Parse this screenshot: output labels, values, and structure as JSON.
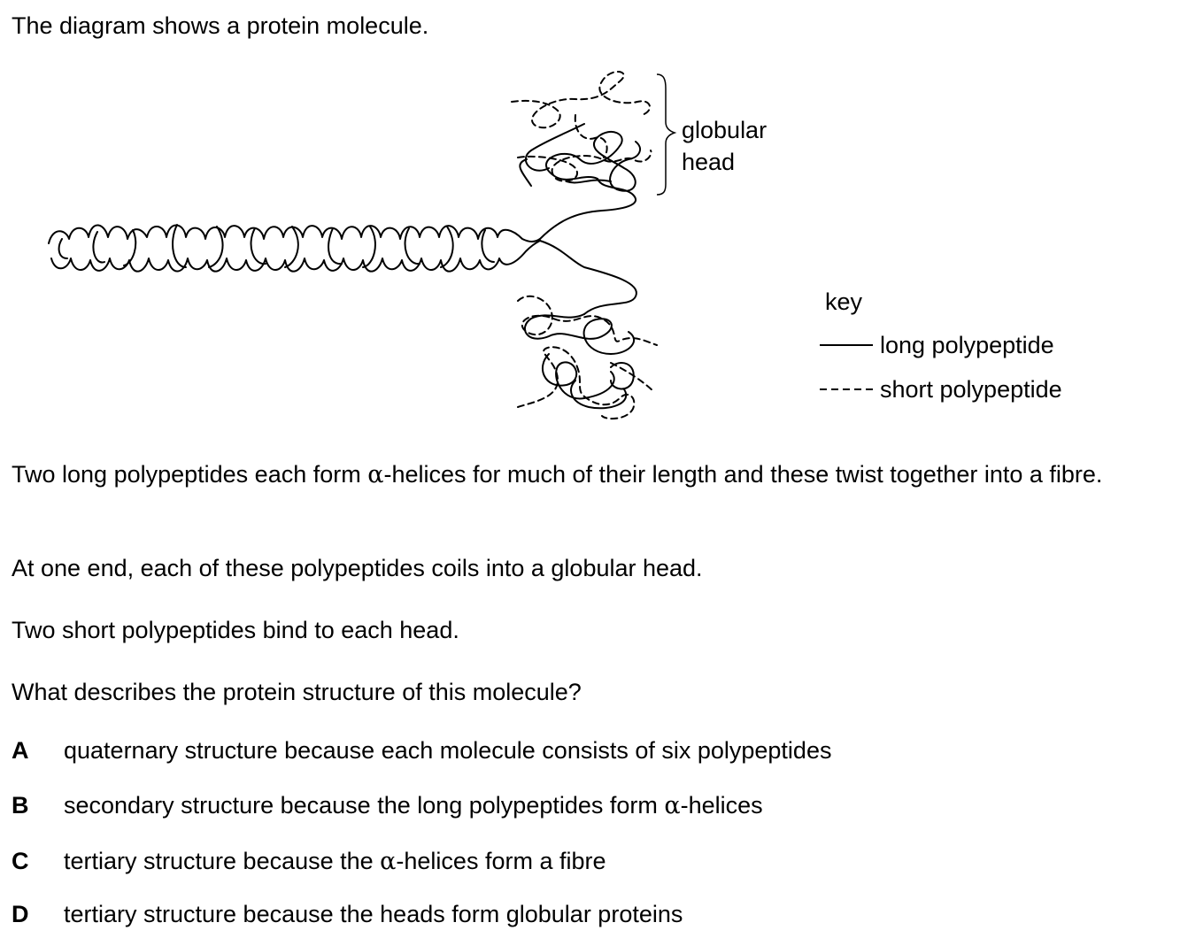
{
  "intro": "The diagram shows a protein molecule.",
  "diagram": {
    "head_label_line1": "globular",
    "head_label_line2": "head",
    "key_title": "key",
    "key_long": "long polypeptide",
    "key_short": "short polypeptide"
  },
  "paragraphs": {
    "p1_before": "Two long polypeptides each form ",
    "p1_alpha": "α",
    "p1_after": "-helices for much of their length and these twist together into a fibre.",
    "p2": "At one end, each of these polypeptides coils into a globular head.",
    "p3": "Two short polypeptides bind to each head.",
    "question": "What describes the protein structure of this molecule?"
  },
  "options": [
    {
      "letter": "A",
      "text": "quaternary structure because each molecule consists of six polypeptides"
    },
    {
      "letter": "B",
      "text_before": "secondary structure because the long polypeptides form ",
      "alpha": "α",
      "text_after": "-helices"
    },
    {
      "letter": "C",
      "text_before": "tertiary structure because the ",
      "alpha": "α",
      "text_after": "-helices form a fibre"
    },
    {
      "letter": "D",
      "text": "tertiary structure because the heads form globular proteins"
    }
  ]
}
